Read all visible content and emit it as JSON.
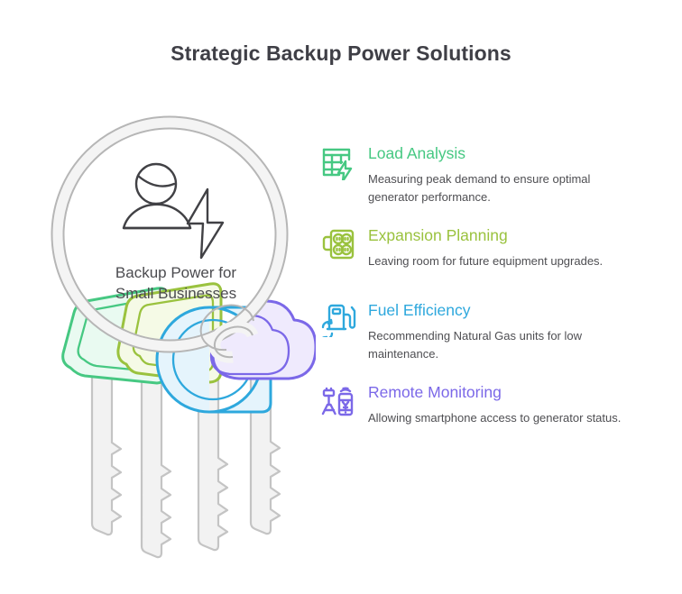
{
  "header": {
    "title": "Strategic Backup Power Solutions"
  },
  "illustration": {
    "name": "keyring-illustration",
    "center_icon": "person-with-lightning-bolt-icon",
    "center_label_line1": "Backup Power for",
    "center_label_line2": "Small Businesses",
    "ring_color": "#f4f4f4",
    "ring_stroke": "#b0b0b0",
    "key_body_color": "#f2f2f2",
    "key_body_stroke": "#c2c2c2",
    "keys": [
      {
        "name": "key-load-analysis",
        "color": "#46c882",
        "fill": "#e8f9f0"
      },
      {
        "name": "key-expansion-planning",
        "color": "#9ac23e",
        "fill": "#f3f8e3"
      },
      {
        "name": "key-fuel-efficiency",
        "color": "#2ea8dd",
        "fill": "#e3f4fc"
      },
      {
        "name": "key-remote-monitoring",
        "color": "#7b68e8",
        "fill": "#eeeafc"
      }
    ]
  },
  "features": [
    {
      "id": "load-analysis",
      "icon": "spreadsheet-lightning-icon",
      "title": "Load Analysis",
      "description": "Measuring peak demand to ensure optimal generator performance.",
      "color": "#46c882"
    },
    {
      "id": "expansion-planning",
      "icon": "power-strip-outlets-icon",
      "title": "Expansion Planning",
      "description": "Leaving room for future equipment upgrades.",
      "color": "#9ac23e"
    },
    {
      "id": "fuel-efficiency",
      "icon": "fuel-pump-recycle-icon",
      "title": "Fuel Efficiency",
      "description": "Recommending Natural Gas units for low maintenance.",
      "color": "#2ea8dd"
    },
    {
      "id": "remote-monitoring",
      "icon": "generator-smartphone-signal-icon",
      "title": "Remote Monitoring",
      "description": "Allowing smartphone access to generator status.",
      "color": "#7b68e8"
    }
  ]
}
